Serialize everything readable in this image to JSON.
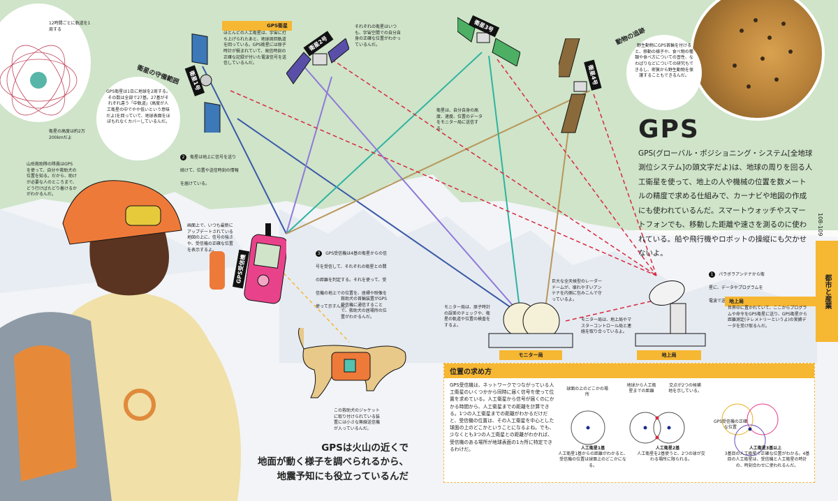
{
  "page": {
    "number": "108-109",
    "section": "都市と産業"
  },
  "orbit_note": {
    "top": "12時間ごとに軌道を1周する",
    "circle_text": "GPS衛星は1日に地球を2周する。その数は全部で27基。27基がそれぞれ違う「中軌道」(高度が人工衛星の中でやや低いという意味だよ)を回っていて、地球表面をほぼもれなくカバーしているんだ。",
    "altitude": "衛星の高度は約2万200kmだよ"
  },
  "satellites": {
    "s1": "衛星1号",
    "s2": "衛星2号",
    "s3": "衛星3号",
    "s4": "衛星4号",
    "range_label": "衛星の守備範囲",
    "gps_sat_tag": "GPS衛星",
    "gps_sat_text": "ほとんどの人工衛星は、宇宙に打ち上げられたあと、地球周回軌道を回っている。GPS衛星には原子時計が積まれていて、発信時刻の正確な記録が付いた電波信号を送信しているんだ。",
    "each_sat_text": "それぞれの衛星はいつも、宇宙空間での自分自身の正確な位置がわかっているんだ。",
    "sat_data_text": "衛星は、自分自身の高度、速度、位置のデータをモニター局に送信する。",
    "signal_note": "衛星は地上に信号を送り続けて、位置や送信時刻の情報を届けている。",
    "signal_num": "2"
  },
  "animal": {
    "label": "動物の追跡",
    "text": "野生動物にGPS首輪を付けると、移動の様子や、食べ物の種類や食べ方についての習性、なわばりなどについての研究もできるし、密猟から野生動物を保護することもできるんだ。"
  },
  "intro": {
    "title": "GPS",
    "text": "GPS(グローバル・ポジショニング・システム[全地球測位システム]の頭文字だよ)は、地球の周りを回る人工衛星を使って、地上の人や機械の位置を数メートルの精度で求める仕組みで、カーナビや地図の作成にも使われているんだ。スマートウォッチやスマートフォンでも、移動した距離や速さを測るのに使われている。船や飛行機やロボットの操縦にも欠かせないよ。"
  },
  "rescue": {
    "dog_note": "山岳救助隊の隊員はGPSを使って、自分や救助犬の位置を知る。だから、助けが必要な人のところまで、どう行けばたどり着けるかがわかるんだ。",
    "receiver_label": "GPS受信機",
    "screen_note": "画面上で、いつも最新にアップデートされている地図の上に、信号の強さや、受信機の正確な位置を表示するよ。",
    "receiver_note": "GPS受信機は4基の衛星からの信号を受信して、それぞれの衛星との間の距離を判定する。それを使って、受信機の地上での位置を、座標や映像を使って示すんだ。",
    "receiver_num": "3",
    "dog_gps_note": "救助犬の首輪装置がGPS受信機に通信することで、救助犬の居場所の位置がわかるんだ。",
    "jacket_note": "この救助犬のジャケットに取り付けられている装置には小さな無線送信機が入っているんだ。"
  },
  "ground": {
    "monitor_label": "モニター局",
    "monitor_note": "モニター局は、原子時計の誤差のチェックや、衛星の軌道や位置の検査をするよ。",
    "dome_note": "巨大な全天候型のレーダードームが、壊れやすいアンテナを内側に包みこんで守っているよ。",
    "control_note": "モニター局は、地上局やマスターコントロール局と連絡を取り合っているよ。",
    "station_label": "地上局",
    "station_tag": "地上局",
    "antenna_note": "パラボラアンテナから衛星に、データやプログラムを電波で送る。",
    "antenna_num": "1",
    "station_text": "世界中に置かれていて、ここからプログラムや命令をGPS衛星に送り、GPS衛星から距離測定(テレメトリーというよ)の実績データを受け取るんだ。"
  },
  "position": {
    "title": "位置の求め方",
    "text": "GPS受信機は、ネットワークでつながっている人工衛星のいくつかから同時に届く信号を使って位置を求めている。人工衛星から信号が届くのにかかる時間から、人工衛星までの距離を計算できる。1つの人工衛星までの距離がわかるだけだと、受信機の位置は、その人工衛星を中心とした球面の上のどこかということになるよね。でも、少なくとも3つの人工衛星との距離がわかれば、受信機のある場所が地球表面の1カ所に特定できるわけだ。",
    "d1": {
      "top": "球面の上のどこかの場所",
      "title": "人工衛星1基",
      "cap": "人工衛星1基からの距離がわかると、受信機の位置は球面上のどこかになる。"
    },
    "d2": {
      "top1": "地球から人工衛星までの距離",
      "top2": "交点が2つの候補地を示している。",
      "title": "人工衛星2基",
      "cap": "人工衛星を2基使うと、2つの球が交わる場所に限られる。"
    },
    "d3": {
      "left": "GPS受信機の正確な位置",
      "title": "人工衛星3基以上",
      "cap": "3基目の人工衛星で正確な位置がわかる。4基目の人工衛星は、受信機と人工衛星の時計の、時刻合わせに使われるんだ。"
    }
  },
  "bottom": {
    "line1": "GPSは火山の近くで",
    "line2": "地面が動く様子を調べられるから、",
    "line3": "地震予知にも役立っているんだ"
  },
  "colors": {
    "accent": "#f6b733",
    "sky": "#cfe4c9",
    "signal_red": "#d8283f"
  }
}
